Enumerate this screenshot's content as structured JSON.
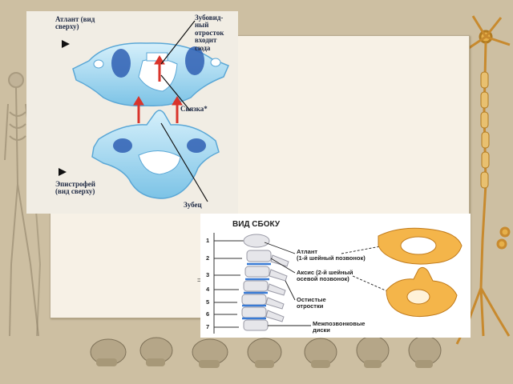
{
  "slide": {
    "figure_top": {
      "atlas_label": "Атлант (вид\nсверху)",
      "dens_label": "Зубовид-\nный\nотросток\nвходит\nсюда",
      "ligament_label": "Связка*",
      "axis_label": "Эпистрофей\n(вид сверху)",
      "tooth_label": "Зубец"
    },
    "figure_side": {
      "title": "ВИД СБОКУ",
      "vertebra_numbers": [
        "1",
        "2",
        "3",
        "4",
        "5",
        "6",
        "7"
      ],
      "atlas_label": "Атлант\n(1-й шейный позвонок)",
      "axis_label": "Аксис (2-й шейный\nосевой позвонок)",
      "spinous_label": "Остистые\nотростки",
      "discs_label": "Межпозвонковые\nдиски"
    },
    "side_marker": "="
  },
  "colors": {
    "background": "#cdbfa2",
    "panel": "#f7f1e6",
    "bone_blue": "#a9dcf2",
    "bone_blue_dark": "#2f5fb3",
    "bone_orange": "#f4b54a",
    "arrow_red": "#d9342b",
    "nerve_cell": "#d8a040"
  }
}
